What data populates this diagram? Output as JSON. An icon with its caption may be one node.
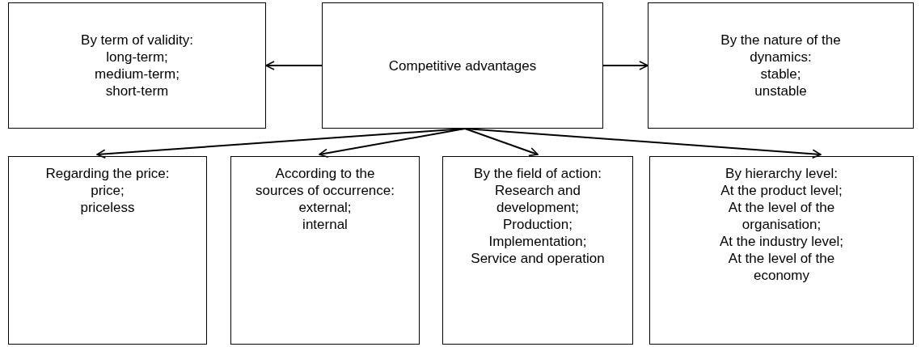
{
  "diagram": {
    "nodes": [
      {
        "text": [
          "Competitive advantages"
        ]
      },
      {
        "text": [
          "By term of validity:",
          "long-term;",
          "medium-term;",
          "short-term"
        ]
      },
      {
        "text": [
          "By the nature of the dynamics:",
          "stable;",
          "unstable"
        ]
      },
      {
        "text": [
          "Regarding the price:",
          "price;",
          "priceless"
        ]
      },
      {
        "text": [
          "According to the sources of occurrence:",
          "external;",
          "internal"
        ]
      },
      {
        "text": [
          "By the field of action:",
          "Research and development;",
          "Production;",
          "Implementation;",
          "Service and operation"
        ]
      },
      {
        "text": [
          "By hierarchy level:",
          "At the product level;",
          "At the level of the organisation;",
          "At the industry level;",
          "At the level of the economy"
        ]
      }
    ],
    "edges": [
      {
        "from": 0,
        "to": 1,
        "arrow": "to"
      },
      {
        "from": 0,
        "to": 2,
        "arrow": "to"
      },
      {
        "from": 0,
        "to": 3,
        "arrow": "to"
      },
      {
        "from": 0,
        "to": 4,
        "arrow": "to"
      },
      {
        "from": 0,
        "to": 5,
        "arrow": "to"
      },
      {
        "from": 0,
        "to": 6,
        "arrow": "to"
      }
    ]
  }
}
